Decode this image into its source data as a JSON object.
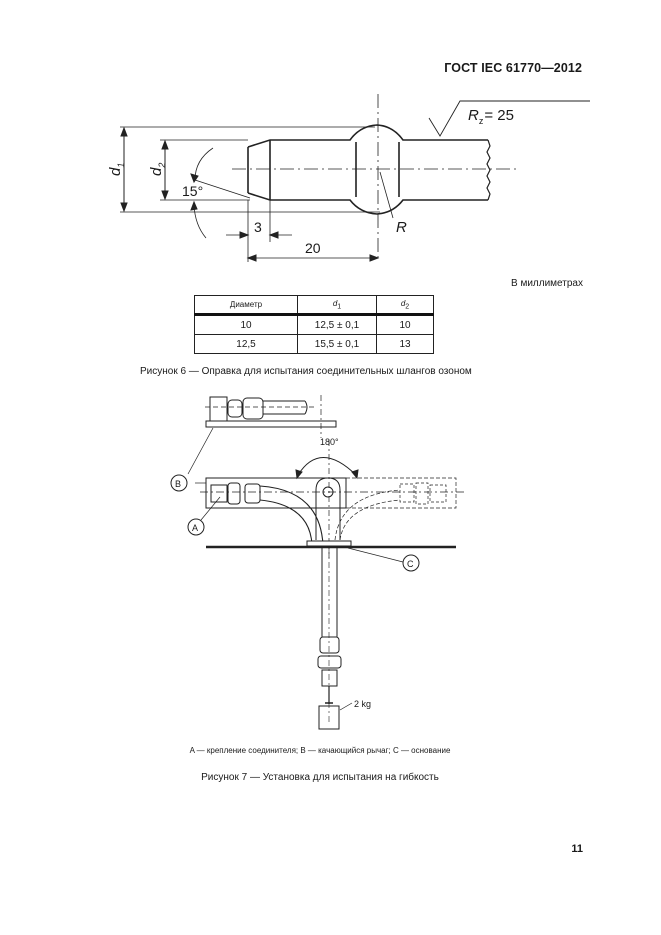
{
  "header": {
    "standard_id": "ГОСТ IEC 61770—2012"
  },
  "figure6": {
    "drawing": {
      "roughness_label": "R",
      "roughness_sub": "z",
      "roughness_value": "= 25",
      "d1_label": "d",
      "d1_sub": "1",
      "d2_label": "d",
      "d2_sub": "2",
      "angle_label": "15°",
      "dim_3": "3",
      "dim_20": "20",
      "radius_label": "R"
    },
    "units_note": "В миллиметрах",
    "table": {
      "headers": [
        "Диаметр",
        "d1",
        "d2"
      ],
      "header_parts": [
        {
          "base": "Диаметр",
          "sub": ""
        },
        {
          "base": "d",
          "sub": "1"
        },
        {
          "base": "d",
          "sub": "2"
        }
      ],
      "rows": [
        [
          "10",
          "12,5 ± 0,1",
          "10"
        ],
        [
          "12,5",
          "15,5 ± 0,1",
          "13"
        ]
      ]
    },
    "caption": "Рисунок 6 — Оправка для испытания соединительных шлангов озоном"
  },
  "figure7": {
    "drawing": {
      "angle_label": "180°",
      "callout_a": "A",
      "callout_b": "B",
      "callout_c": "C",
      "weight_label": "2 kg"
    },
    "legend": "A — крепление соединителя; B — качающийся рычаг; C — основание",
    "caption": "Рисунок 7 — Установка для испытания на гибкость"
  },
  "footer": {
    "page_number": "11"
  }
}
